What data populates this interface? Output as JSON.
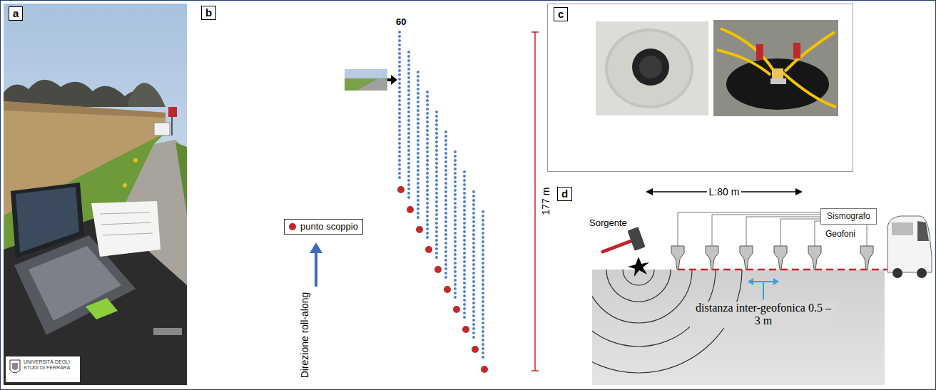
{
  "diagram": {
    "nodes": [
      {
        "text": [
          "a"
        ]
      },
      {
        "text": [
          "b"
        ]
      },
      {
        "text": [
          "punto scoppio"
        ]
      },
      {
        "text": [
          "c"
        ]
      },
      {
        "text": [
          "d"
        ]
      },
      {
        "text": [
          "Sismografo"
        ]
      }
    ],
    "labels": [
      "60",
      "177 m",
      "Direzione roll-along",
      "L:80 m",
      "Sorgente",
      "Geofoni",
      "distanza inter-geofonica 0.5 – 3 m",
      "UNIVERSITÀ DEGLI STUDI DI FERRARA"
    ]
  }
}
